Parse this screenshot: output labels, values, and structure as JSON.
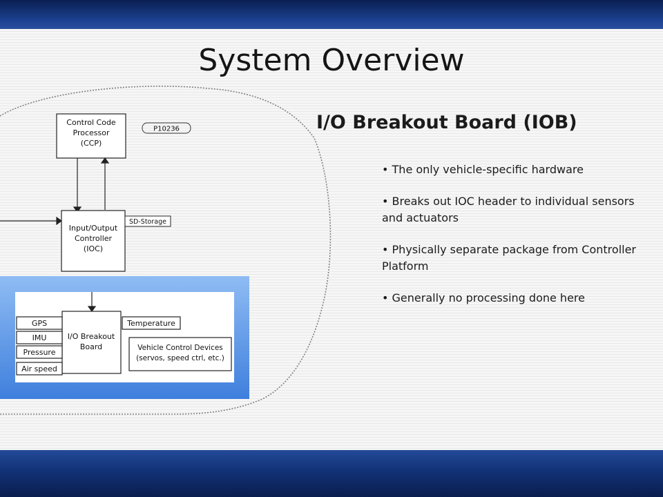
{
  "slide": {
    "title": "System Overview",
    "subtitle": "I/O Breakout Board (IOB)",
    "bullets": [
      "The only vehicle-specific hardware",
      "Breaks out IOC header to individual sensors and actuators",
      "Physically separate package from Controller Platform",
      "Generally no processing done here"
    ]
  },
  "diagram": {
    "nodes": {
      "ccp": [
        "Control Code",
        "Processor",
        "(CCP)"
      ],
      "p_label": "P10236",
      "ioc": [
        "Input/Output",
        "Controller",
        "(IOC)"
      ],
      "sd_storage": "SD-Storage",
      "iob": [
        "I/O Breakout",
        "Board"
      ],
      "sensors": [
        "GPS",
        "IMU",
        "Pressure",
        "Air speed"
      ],
      "temperature": "Temperature",
      "vehicle_control": [
        "Vehicle Control Devices",
        "(servos, speed ctrl, etc.)"
      ]
    }
  },
  "colors": {
    "band_dark": "#0a1f52",
    "band_mid": "#1c4190",
    "highlight_blue": "#4d8ce6",
    "highlight_light": "#9ac3f5"
  }
}
